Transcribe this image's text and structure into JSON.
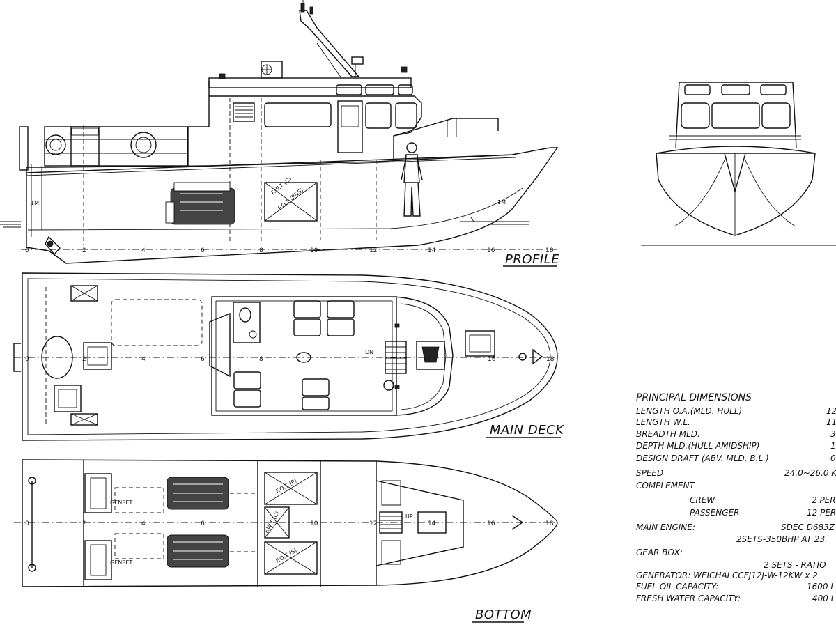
{
  "views": {
    "profile_label": "PROFILE",
    "main_deck_label": "MAIN DECK",
    "bottom_label": "BOTTOM"
  },
  "frames": [
    "0",
    "2",
    "4",
    "6",
    "8",
    "10",
    "12",
    "14",
    "16",
    "18"
  ],
  "profile": {
    "draft_mark_aft": "1M",
    "draft_mark_fwd": "1M",
    "tank_labels": [
      "F.W.T (C)",
      "F.O.T (P&S)"
    ]
  },
  "main_deck": {
    "stair_label": "DN"
  },
  "bottom": {
    "genset_upper": "GENSET",
    "genset_lower": "GENSET",
    "fot_port": "F.O.T (P)",
    "fot_stbd": "F.O.T (S)",
    "fwt_center": "F.W.T (C)",
    "stair_label": "UP"
  },
  "principal_dimensions": {
    "heading": "PRINCIPAL DIMENSIONS",
    "rows": [
      {
        "label": "LENGTH O.A.(MLD. HULL)",
        "value": "12"
      },
      {
        "label": "LENGTH W.L.",
        "value": "11"
      },
      {
        "label": "BREADTH MLD.",
        "value": "3"
      },
      {
        "label": "DEPTH MLD.(HULL AMIDSHIP)",
        "value": "1"
      },
      {
        "label": "DESIGN DRAFT (ABV. MLD. B.L.)",
        "value": "0"
      },
      {
        "label": "SPEED",
        "value": "24.0~26.0 K"
      },
      {
        "label": "COMPLEMENT",
        "value": ""
      },
      {
        "label": "CREW",
        "value": "2 PER"
      },
      {
        "label": "PASSENGER",
        "value": "12 PER"
      },
      {
        "label": "MAIN ENGINE:",
        "value": "SDEC D683Z"
      },
      {
        "label": "",
        "value": "2SETS-350BHP AT 23."
      },
      {
        "label": "GEAR BOX:",
        "value": ""
      },
      {
        "label": "",
        "value": "2 SETS - RATIO"
      },
      {
        "label": "GENERATOR: WEICHAI CCFJ12J-W-12KW x 2",
        "value": ""
      },
      {
        "label": "FUEL OIL CAPACITY:",
        "value": "1600 L"
      },
      {
        "label": "FRESH WATER CAPACITY:",
        "value": "400 L"
      }
    ]
  }
}
